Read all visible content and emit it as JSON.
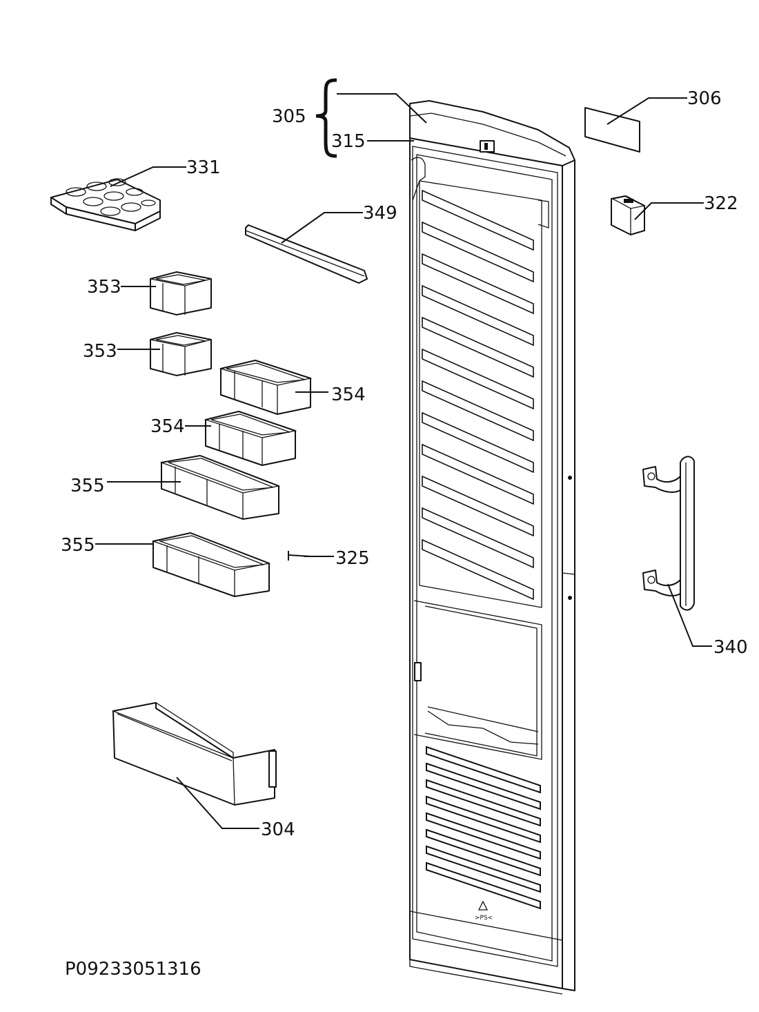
{
  "drawing_id": "P09233051316",
  "callouts": {
    "c305": "305",
    "c315": "315",
    "c306": "306",
    "c331": "331",
    "c322": "322",
    "c349": "349",
    "c353a": "353",
    "c353b": "353",
    "c354a": "354",
    "c354b": "354",
    "c355a": "355",
    "c355b": "355",
    "c325": "325",
    "c340": "340",
    "c304": "304"
  }
}
